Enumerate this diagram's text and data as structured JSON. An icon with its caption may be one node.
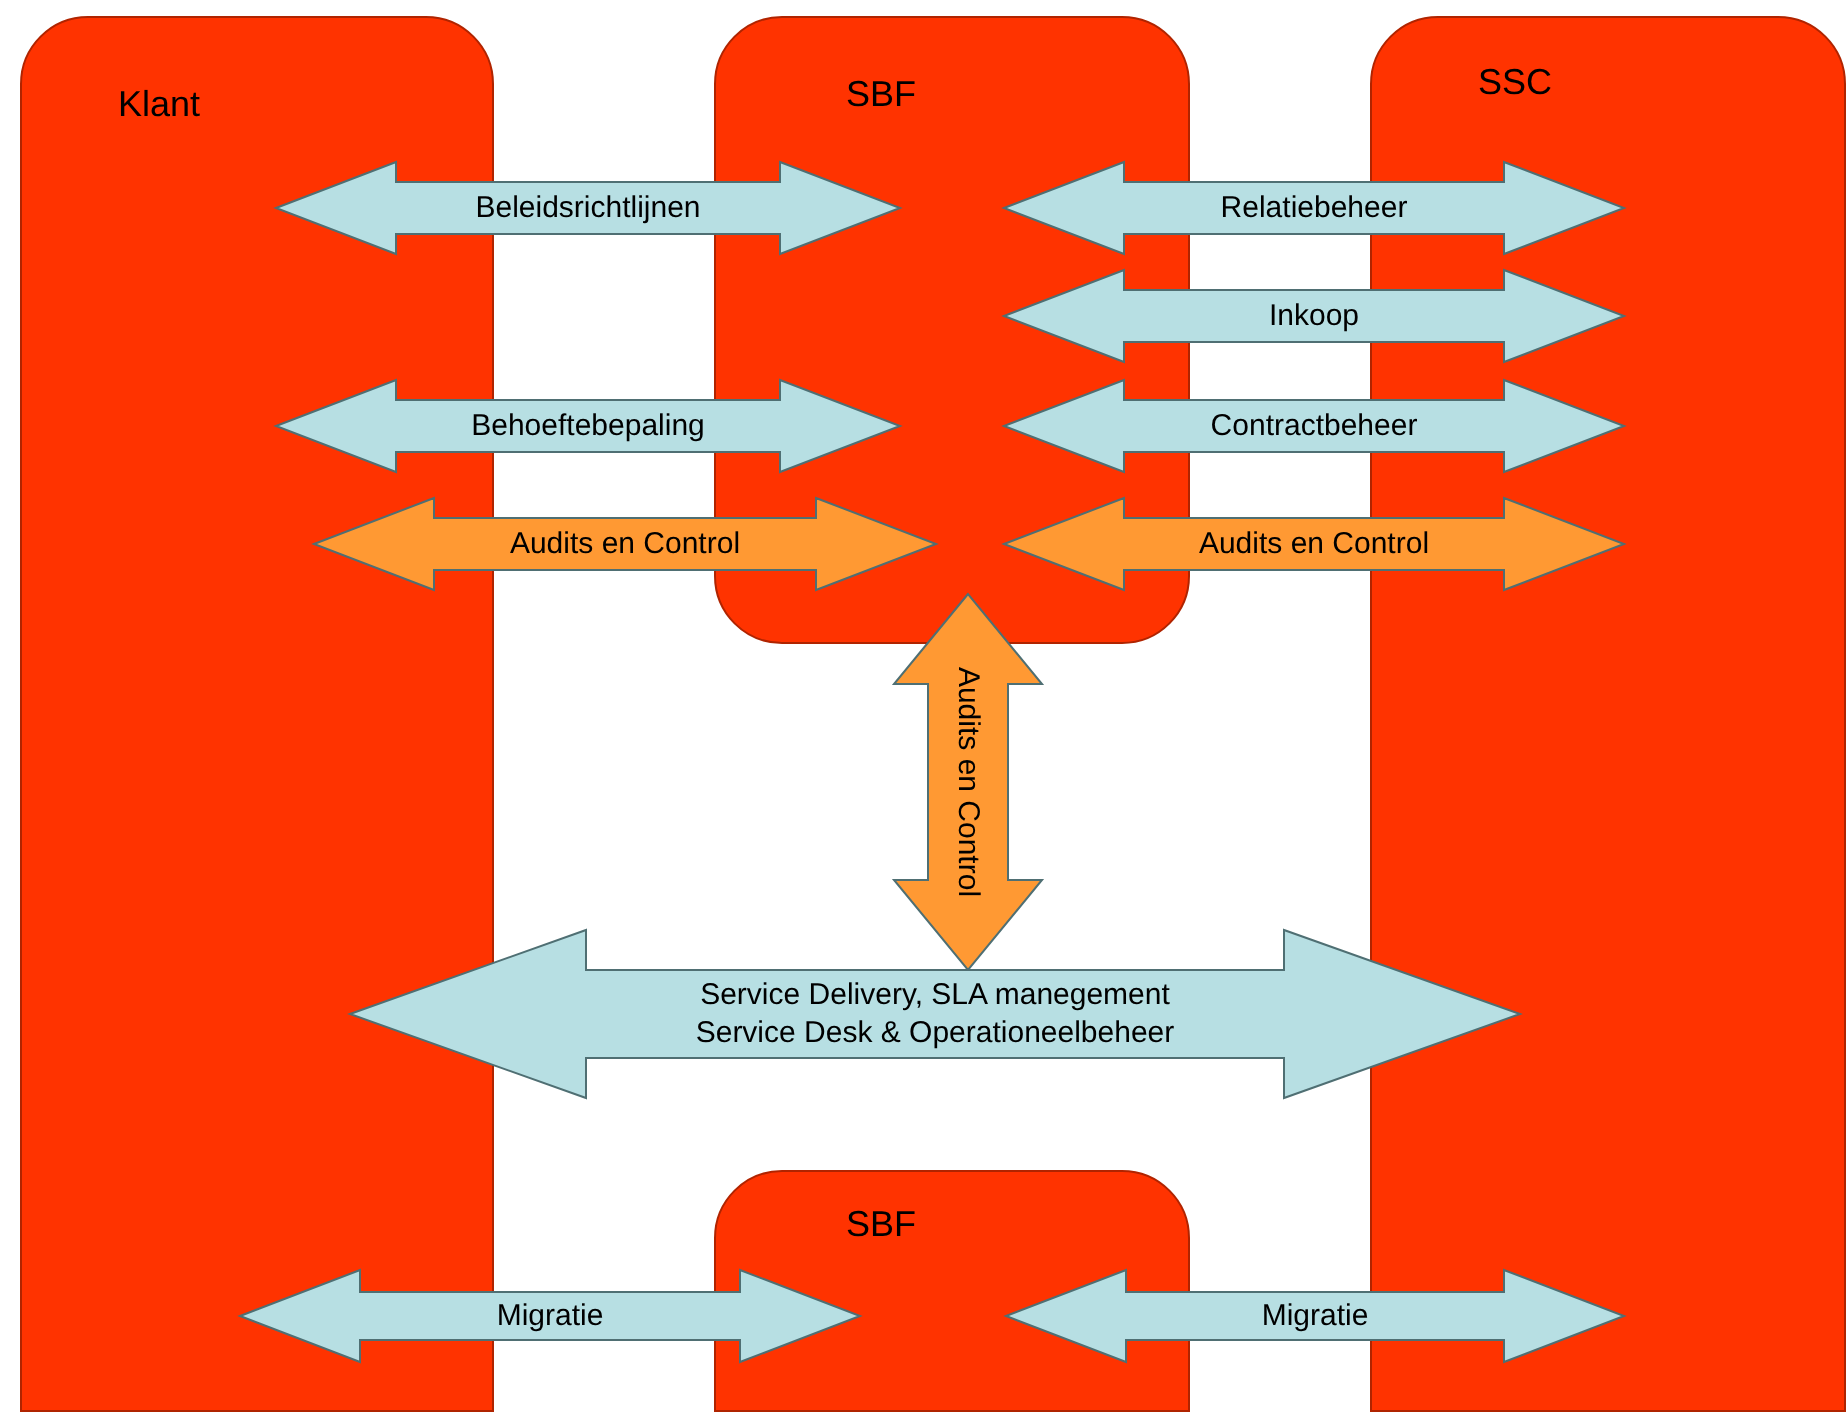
{
  "diagram": {
    "nodes": [
      {
        "text": [
          "Klant"
        ]
      },
      {
        "text": [
          "SBF"
        ]
      },
      {
        "text": [
          "SSC"
        ]
      },
      {
        "text": [
          "SBF"
        ]
      }
    ],
    "edges": [
      {
        "from": 0,
        "to": 1,
        "arrow": "both",
        "label": "Beleidsrichtlijnen",
        "style": "thick"
      },
      {
        "from": 1,
        "to": 2,
        "arrow": "both",
        "label": "Relatiebeheer",
        "style": "thick"
      },
      {
        "from": 1,
        "to": 2,
        "arrow": "both",
        "label": "Inkoop",
        "style": "thick"
      },
      {
        "from": 0,
        "to": 1,
        "arrow": "both",
        "label": "Behoeftebepaling",
        "style": "thick"
      },
      {
        "from": 1,
        "to": 2,
        "arrow": "both",
        "label": "Contractbeheer",
        "style": "thick"
      },
      {
        "from": 0,
        "to": 1,
        "arrow": "both",
        "label": "Audits en Control",
        "style": "thick",
        "color": "#ff9933"
      },
      {
        "from": 1,
        "to": 2,
        "arrow": "both",
        "label": "Audits en Control",
        "style": "thick",
        "color": "#ff9933"
      },
      {
        "from": 1,
        "to": null,
        "arrow": "both",
        "label": "Audits en Control",
        "style": "thick",
        "color": "#ff9933"
      },
      {
        "from": 0,
        "to": 2,
        "arrow": "both",
        "label": "Service Delivery, SLA manegement Service Desk & Operationeelbeheer",
        "style": "thick"
      },
      {
        "from": 0,
        "to": 3,
        "arrow": "both",
        "label": "Migratie",
        "style": "thick"
      },
      {
        "from": 3,
        "to": 2,
        "arrow": "both",
        "label": "Migratie",
        "style": "thick"
      }
    ]
  }
}
